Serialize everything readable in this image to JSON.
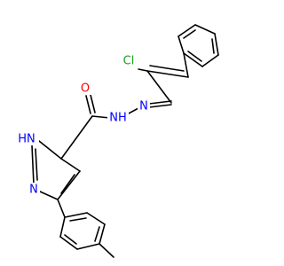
{
  "molecule": {
    "atoms": {
      "o": "O",
      "nh": "NH",
      "n_imine": "N",
      "cl": "Cl",
      "n_ring_h": "HN",
      "n_ring": "N"
    }
  },
  "colors": {
    "oxygen": "#ff0000",
    "nitrogen": "#0000ff",
    "chlorine": "#1fa01f",
    "bond": "#000000",
    "background": "#ffffff"
  }
}
